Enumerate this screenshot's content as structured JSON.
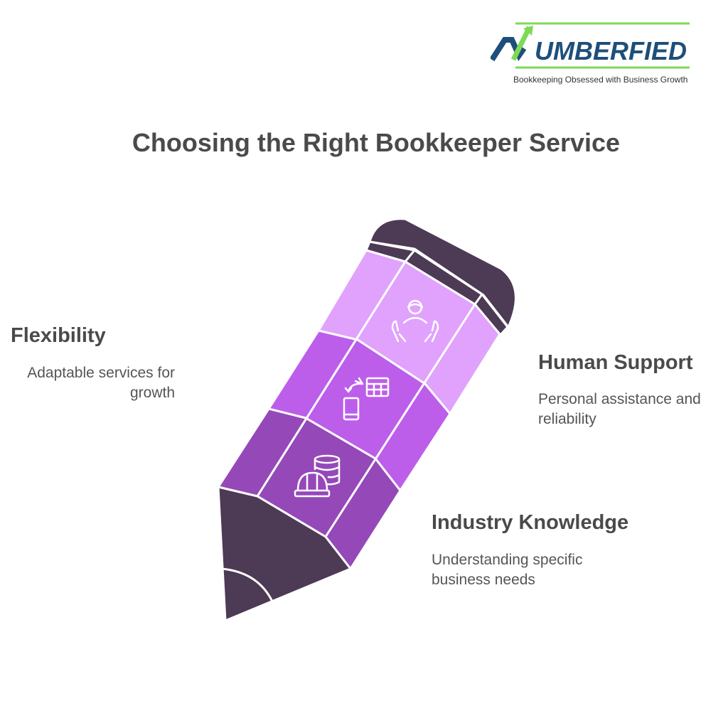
{
  "logo": {
    "wordmark": "NUMBERFIED",
    "tagline": "Bookkeeping Obsessed with Business Growth"
  },
  "title": "Choosing the Right Bookkeeper Service",
  "items": [
    {
      "heading": "Flexibility",
      "description": "Adaptable services for growth",
      "icon": "phone-sync-table-icon"
    },
    {
      "heading": "Human Support",
      "description": "Personal assistance and reliability",
      "icon": "person-hands-icon"
    },
    {
      "heading": "Industry Knowledge",
      "description": "Understanding specific business needs",
      "icon": "hardhat-database-icon"
    }
  ],
  "colors": {
    "light": "#E0A2FC",
    "mid": "#BC5EEA",
    "dark": "#9549B9",
    "cap": "#4D3A55",
    "logo_blue": "#1E4F7A",
    "logo_green": "#7ED957"
  }
}
